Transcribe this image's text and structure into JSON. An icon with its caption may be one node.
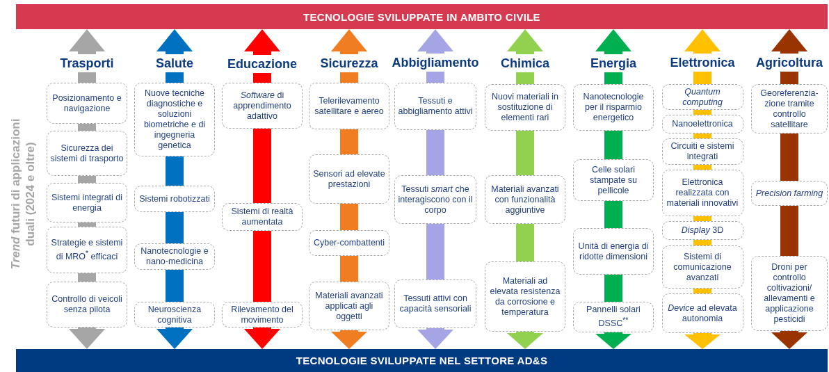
{
  "diagram": {
    "nodes": [
      {
        "text": [
          "TECNOLOGIE SVILUPPATE IN AMBITO CIVILE"
        ]
      },
      {
        "text": [
          "Trasporti"
        ]
      },
      {
        "text": [
          "Posizionamento e navigazione"
        ]
      },
      {
        "text": [
          "Sicurezza dei sistemi di trasporto"
        ]
      },
      {
        "text": [
          "Sistemi integrati di energia"
        ]
      },
      {
        "text": [
          "Strategie e sistemi di MRO$^{*}$ efficaci"
        ]
      },
      {
        "text": [
          "Controllo di veicoli senza pilota"
        ]
      },
      {
        "text": [
          "Salute"
        ]
      },
      {
        "text": [
          "Nuove tecniche diagnostiche e soluzioni biometriche e di ingegneria genetica"
        ]
      },
      {
        "text": [
          "Sistemi robotizzati"
        ]
      },
      {
        "text": [
          "Nanotecnologie e nano-medicina"
        ]
      },
      {
        "text": [
          "Neuroscienza cognitiva"
        ]
      },
      {
        "text": [
          "Educazione"
        ]
      },
      {
        "text": [
          "*Software* di apprendimento adattivo"
        ]
      },
      {
        "text": [
          "Sistemi di realtà aumentata"
        ]
      },
      {
        "text": [
          "Rilevamento del movimento"
        ]
      },
      {
        "text": [
          "Sicurezza"
        ]
      },
      {
        "text": [
          "Telerilevamento satellitare e aereo"
        ]
      },
      {
        "text": [
          "Sensori ad elevate prestazioni"
        ]
      },
      {
        "text": [
          "Cyber-combattenti"
        ]
      },
      {
        "text": [
          "Materiali avanzati applicati agli oggetti"
        ]
      },
      {
        "text": [
          "Abbigliamento"
        ]
      },
      {
        "text": [
          "Tessuti e abbigliamento attivi"
        ]
      },
      {
        "text": [
          "Tessuti *smart* che interagiscono con il corpo"
        ]
      },
      {
        "text": [
          "Tessuti attivi con capacità sensoriali"
        ]
      },
      {
        "text": [
          "Chimica"
        ]
      },
      {
        "text": [
          "Nuovi materiali in sostituzione di elementi rari"
        ]
      },
      {
        "text": [
          "Materiali avanzati con funzionalità aggiuntive"
        ]
      },
      {
        "text": [
          "Materiali ad elevata resistenza da corrosione e temperatura"
        ]
      },
      {
        "text": [
          "Energia"
        ]
      },
      {
        "text": [
          "Nanotecnologie per il risparmio energetico"
        ]
      },
      {
        "text": [
          "Celle solari stampate su pellicole"
        ]
      },
      {
        "text": [
          "Unità di energia di ridotte dimensioni"
        ]
      },
      {
        "text": [
          "Pannelli solari DSSC$^{**}$"
        ]
      },
      {
        "text": [
          "Elettronica"
        ]
      },
      {
        "text": [
          "Quantum computing"
        ]
      },
      {
        "text": [
          "Nanoelettronica"
        ]
      },
      {
        "text": [
          "Circuiti e sistemi integrati"
        ]
      },
      {
        "text": [
          "Elettronica realizzata con materiali innovativi"
        ]
      },
      {
        "text": [
          "*Display* 3D"
        ]
      },
      {
        "text": [
          "Sistemi di comunicazione avanzati"
        ]
      },
      {
        "text": [
          "*Device* ad elevata autonomia"
        ]
      },
      {
        "text": [
          "Agricoltura"
        ]
      },
      {
        "text": [
          "Georeferenzia-zione tramite controllo satellitare"
        ]
      },
      {
        "text": [
          "Precision farming"
        ]
      },
      {
        "text": [
          "Droni per controllo coltivazioni/ allevamenti e applicazione pesticidi"
        ]
      },
      {
        "text": [
          "TECNOLOGIE SVILUPPATE NEL SETTORE AD&S"
        ]
      }
    ],
    "edges": [
      {
        "from": 1,
        "to": 0,
        "arrow": "to",
        "color": "#a6a6a6"
      },
      {
        "from": 1,
        "to": 2,
        "arrow": "none",
        "color": "#a6a6a6"
      },
      {
        "from": 2,
        "to": 3,
        "arrow": "none",
        "color": "#a6a6a6"
      },
      {
        "from": 3,
        "to": 4,
        "arrow": "none",
        "color": "#a6a6a6"
      },
      {
        "from": 4,
        "to": 5,
        "arrow": "none",
        "color": "#a6a6a6"
      },
      {
        "from": 5,
        "to": 6,
        "arrow": "none",
        "color": "#a6a6a6"
      },
      {
        "from": 6,
        "to": 46,
        "arrow": "to",
        "color": "#a6a6a6"
      },
      {
        "from": 7,
        "to": 0,
        "arrow": "to",
        "color": "#0070c0"
      },
      {
        "from": 7,
        "to": 8,
        "arrow": "none",
        "color": "#0070c0"
      },
      {
        "from": 8,
        "to": 9,
        "arrow": "none",
        "color": "#0070c0"
      },
      {
        "from": 9,
        "to": 10,
        "arrow": "none",
        "color": "#0070c0"
      },
      {
        "from": 10,
        "to": 11,
        "arrow": "none",
        "color": "#0070c0"
      },
      {
        "from": 11,
        "to": 46,
        "arrow": "to",
        "color": "#0070c0"
      },
      {
        "from": 12,
        "to": 0,
        "arrow": "to",
        "color": "#ff0000"
      },
      {
        "from": 12,
        "to": 13,
        "arrow": "none",
        "color": "#ff0000"
      },
      {
        "from": 13,
        "to": 14,
        "arrow": "none",
        "color": "#ff0000"
      },
      {
        "from": 14,
        "to": 15,
        "arrow": "none",
        "color": "#ff0000"
      },
      {
        "from": 15,
        "to": 46,
        "arrow": "to",
        "color": "#ff0000"
      },
      {
        "from": 16,
        "to": 0,
        "arrow": "to",
        "color": "#f07d22"
      },
      {
        "from": 16,
        "to": 17,
        "arrow": "none",
        "color": "#f07d22"
      },
      {
        "from": 17,
        "to": 18,
        "arrow": "none",
        "color": "#f07d22"
      },
      {
        "from": 18,
        "to": 19,
        "arrow": "none",
        "color": "#f07d22"
      },
      {
        "from": 19,
        "to": 20,
        "arrow": "none",
        "color": "#f07d22"
      },
      {
        "from": 20,
        "to": 46,
        "arrow": "to",
        "color": "#f07d22"
      },
      {
        "from": 21,
        "to": 0,
        "arrow": "to",
        "color": "#a5a5e6"
      },
      {
        "from": 21,
        "to": 22,
        "arrow": "none",
        "color": "#a5a5e6"
      },
      {
        "from": 22,
        "to": 23,
        "arrow": "none",
        "color": "#a5a5e6"
      },
      {
        "from": 23,
        "to": 24,
        "arrow": "none",
        "color": "#a5a5e6"
      },
      {
        "from": 24,
        "to": 46,
        "arrow": "to",
        "color": "#a5a5e6"
      },
      {
        "from": 25,
        "to": 0,
        "arrow": "to",
        "color": "#92d050"
      },
      {
        "from": 25,
        "to": 26,
        "arrow": "none",
        "color": "#92d050"
      },
      {
        "from": 26,
        "to": 27,
        "arrow": "none",
        "color": "#92d050"
      },
      {
        "from": 27,
        "to": 28,
        "arrow": "none",
        "color": "#92d050"
      },
      {
        "from": 28,
        "to": 46,
        "arrow": "to",
        "color": "#92d050"
      },
      {
        "from": 29,
        "to": 0,
        "arrow": "to",
        "color": "#00b050"
      },
      {
        "from": 29,
        "to": 30,
        "arrow": "none",
        "color": "#00b050"
      },
      {
        "from": 30,
        "to": 31,
        "arrow": "none",
        "color": "#00b050"
      },
      {
        "from": 31,
        "to": 32,
        "arrow": "none",
        "color": "#00b050"
      },
      {
        "from": 32,
        "to": 33,
        "arrow": "none",
        "color": "#00b050"
      },
      {
        "from": 33,
        "to": 46,
        "arrow": "to",
        "color": "#00b050"
      },
      {
        "from": 34,
        "to": 0,
        "arrow": "to",
        "color": "#ffc000"
      },
      {
        "from": 34,
        "to": 35,
        "arrow": "none",
        "color": "#ffc000"
      },
      {
        "from": 35,
        "to": 36,
        "arrow": "none",
        "color": "#ffc000"
      },
      {
        "from": 36,
        "to": 37,
        "arrow": "none",
        "color": "#ffc000"
      },
      {
        "from": 37,
        "to": 38,
        "arrow": "none",
        "color": "#ffc000"
      },
      {
        "from": 38,
        "to": 39,
        "arrow": "none",
        "color": "#ffc000"
      },
      {
        "from": 39,
        "to": 40,
        "arrow": "none",
        "color": "#ffc000"
      },
      {
        "from": 40,
        "to": 41,
        "arrow": "none",
        "color": "#ffc000"
      },
      {
        "from": 41,
        "to": 46,
        "arrow": "to",
        "color": "#ffc000"
      },
      {
        "from": 42,
        "to": 0,
        "arrow": "to",
        "color": "#993300"
      },
      {
        "from": 42,
        "to": 43,
        "arrow": "none",
        "color": "#993300"
      },
      {
        "from": 43,
        "to": 44,
        "arrow": "none",
        "color": "#993300"
      },
      {
        "from": 44,
        "to": 45,
        "arrow": "none",
        "color": "#993300"
      },
      {
        "from": 45,
        "to": 46,
        "arrow": "to",
        "color": "#993300"
      }
    ],
    "labels": [
      "*Trend* futuri di applicazioni duali (2024 e oltre)"
    ]
  }
}
